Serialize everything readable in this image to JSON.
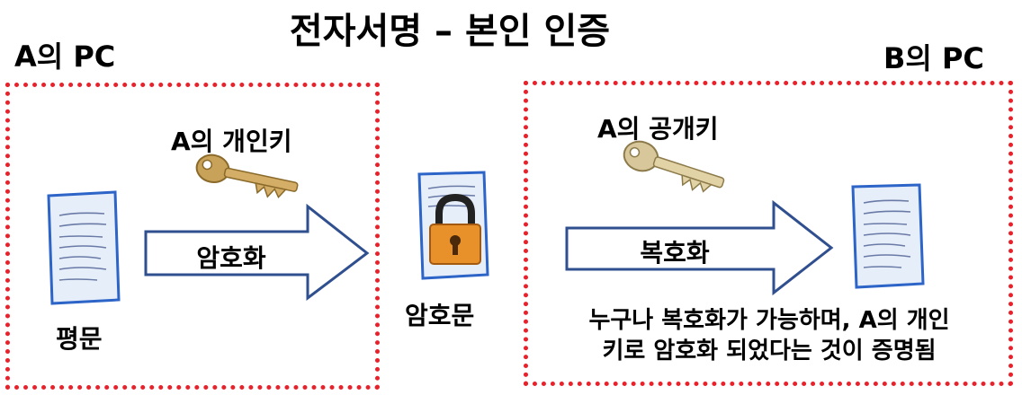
{
  "title": "전자서명 – 본인 인증",
  "left_pc": {
    "label": "A의 PC"
  },
  "right_pc": {
    "label": "B의 PC"
  },
  "private_key": {
    "label": "A의 개인키",
    "icon": "key-icon"
  },
  "public_key": {
    "label": "A의 공개키",
    "icon": "key-icon"
  },
  "encrypt_arrow": {
    "label": "암호화"
  },
  "decrypt_arrow": {
    "label": "복호화"
  },
  "plaintext": {
    "label": "평문",
    "icon": "document-icon"
  },
  "ciphertext": {
    "label": "암호문",
    "icon": "locked-document-icon"
  },
  "result_note": {
    "line1": "누구나 복호화가 가능하며, A의 개인",
    "line2": "키로 암호화 되었다는 것이 증명됨"
  },
  "colors": {
    "border": "#e8212b",
    "arrow_stroke": "#2f4f8f",
    "key": "#c9a25a",
    "lock": "#e8902a"
  }
}
